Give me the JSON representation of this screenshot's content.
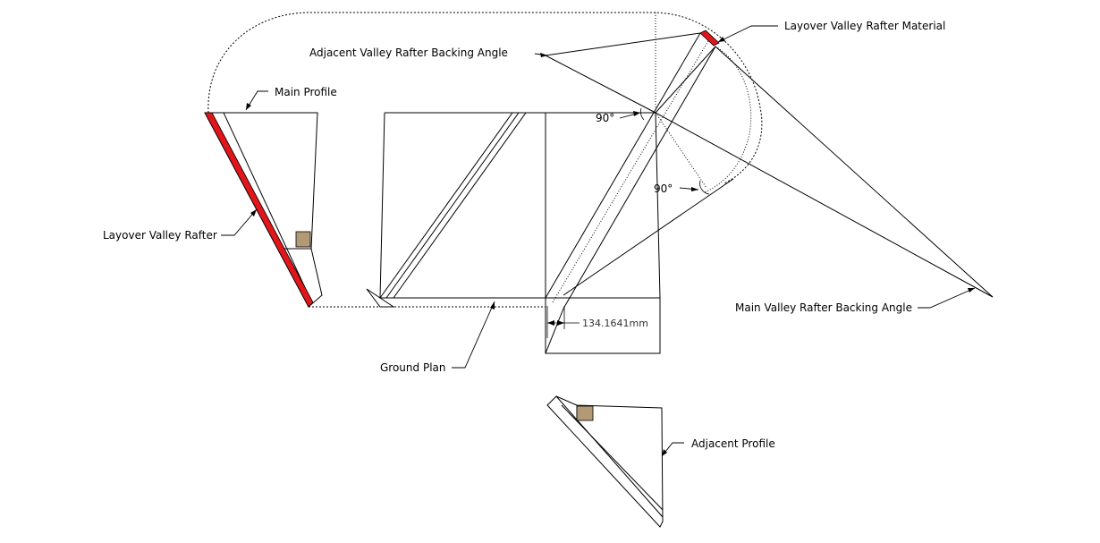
{
  "labels": {
    "layover_material": "Layover Valley Rafter Material",
    "adjacent_backing": "Adjacent Valley Rafter Backing Angle",
    "main_profile": "Main Profile",
    "layover_rafter": "Layover Valley Rafter",
    "main_backing": "Main Valley Rafter Backing Angle",
    "ground_plan": "Ground Plan",
    "adjacent_profile": "Adjacent Profile"
  },
  "angles": {
    "upper": "90°",
    "lower": "90°"
  },
  "dimension": {
    "value": "134.1641mm"
  },
  "colors": {
    "rafter_red": "#e0161b",
    "block_brown": "#b39a76",
    "line": "#000000"
  }
}
